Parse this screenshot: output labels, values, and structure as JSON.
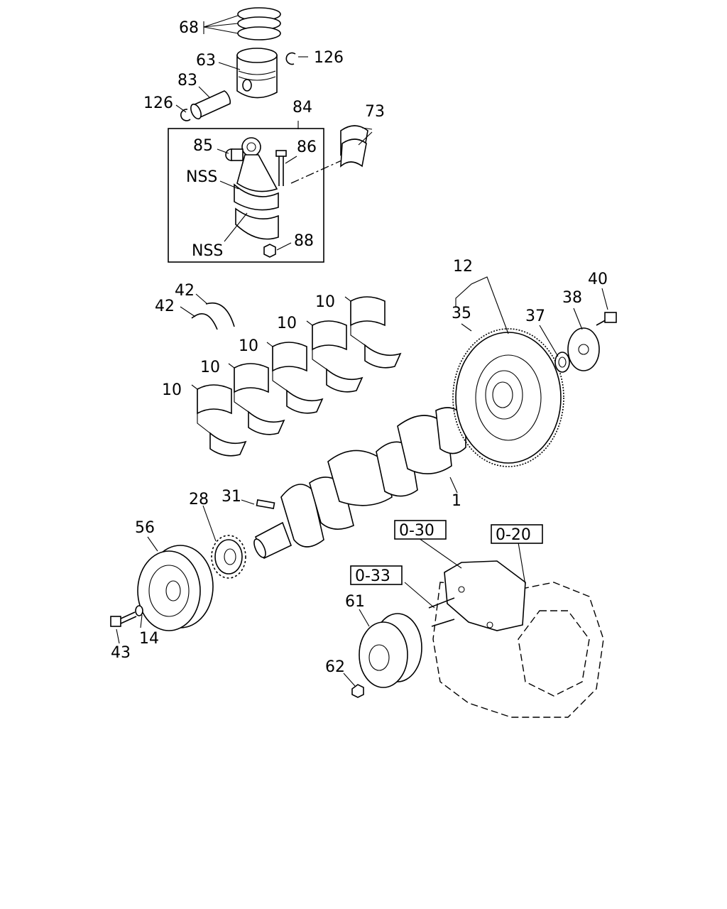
{
  "callouts": [
    "68",
    "63",
    "126",
    "83",
    "126",
    "84",
    "73",
    "85",
    "86",
    "NSS",
    "NSS",
    "88",
    "12",
    "40",
    "42",
    "42",
    "10",
    "10",
    "10",
    "10",
    "10",
    "35",
    "37",
    "38",
    "1",
    "28",
    "31",
    "56",
    "43",
    "14",
    "61",
    "62"
  ],
  "references": [
    "0-30",
    "0-20",
    "0-33"
  ]
}
